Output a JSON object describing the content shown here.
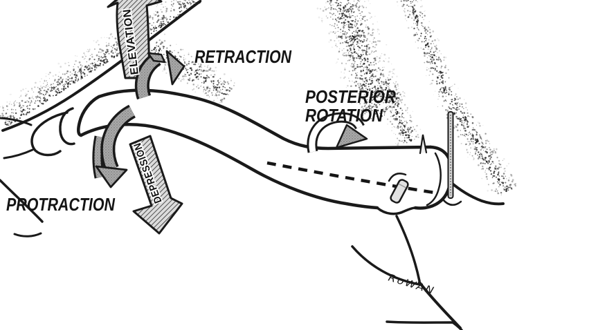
{
  "figure": {
    "kind": "hand-drawn anatomical diagram",
    "subject": "clavicle (shoulder girdle) motions, lateral-superior view",
    "palette": {
      "paper": "#ffffff",
      "ink": "#1a1a1a",
      "arrow_gray_fill": "#a9a9a9",
      "hatch_band_bg": "#dcdcdc"
    }
  },
  "labels": {
    "elevation": "ELEVATION",
    "retraction": "RETRACTION",
    "posterior_line1": "POSTERIOR",
    "posterior_line2": "ROTATION",
    "protraction": "PROTRACTION",
    "depression": "DEPRESSION",
    "signature": "RoWAN"
  },
  "arrows": [
    {
      "name": "elevation-arrow",
      "style": "hatched band, label inside",
      "direction": "up, head clipped at top edge"
    },
    {
      "name": "depression-arrow",
      "style": "hatched band, label inside",
      "direction": "down-right toward chest"
    },
    {
      "name": "retraction-arrow",
      "style": "gray stippled bent arrow",
      "direction": "up-right (posterior)"
    },
    {
      "name": "protraction-arrow",
      "style": "gray stippled curved arrow with parallel tail band",
      "direction": "down-left (anterior)"
    },
    {
      "name": "posterior-rotation-arrow",
      "style": "white ribbon loop around clavicle shaft with gray head",
      "direction": "curling backward over the bone"
    }
  ],
  "annotations": [
    {
      "name": "rotation-axis",
      "style": "dashed line along clavicle long axis"
    },
    {
      "name": "axis-pin",
      "style": "small tilted cylindrical peg on shaft"
    },
    {
      "name": "vertical-rod",
      "style": "thin vertical pin at acromial end"
    }
  ]
}
